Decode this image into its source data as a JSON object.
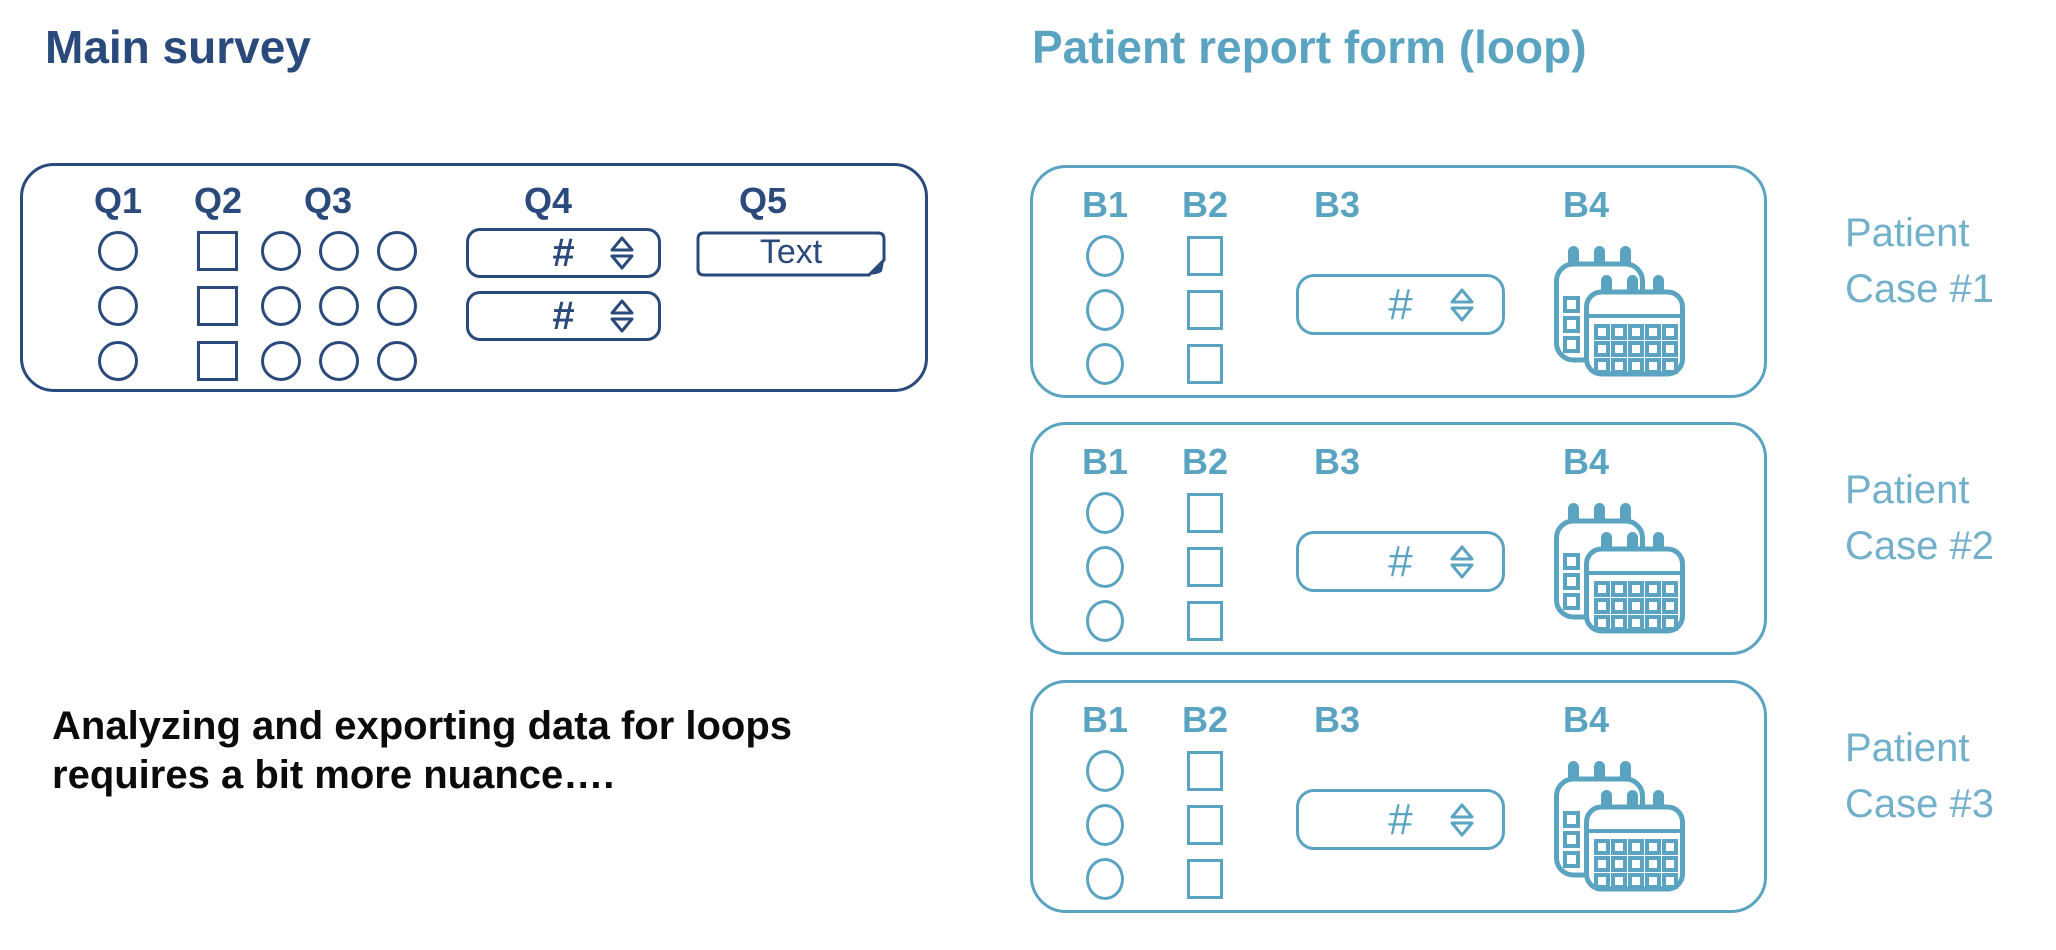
{
  "colors": {
    "navy": "#2b4a7c",
    "teal": "#5ba4c1",
    "teal_light": "#73b0ca",
    "black": "#0b0b0b"
  },
  "left": {
    "title": "Main survey",
    "note_line1": "Analyzing and exporting data for loops",
    "note_line2": "requires a bit more nuance….",
    "panel": {
      "q1": "Q1",
      "q2": "Q2",
      "q3": "Q3",
      "q4": "Q4",
      "q5": "Q5",
      "number_placeholder": "#",
      "text_placeholder": "Text"
    }
  },
  "right": {
    "title": "Patient report form (loop)",
    "blocks": [
      {
        "b1": "B1",
        "b2": "B2",
        "b3": "B3",
        "b4": "B4",
        "number_placeholder": "#",
        "label_line1": "Patient",
        "label_line2": "Case #1"
      },
      {
        "b1": "B1",
        "b2": "B2",
        "b3": "B3",
        "b4": "B4",
        "number_placeholder": "#",
        "label_line1": "Patient",
        "label_line2": "Case #2"
      },
      {
        "b1": "B1",
        "b2": "B2",
        "b3": "B3",
        "b4": "B4",
        "number_placeholder": "#",
        "label_line1": "Patient",
        "label_line2": "Case #3"
      }
    ]
  }
}
